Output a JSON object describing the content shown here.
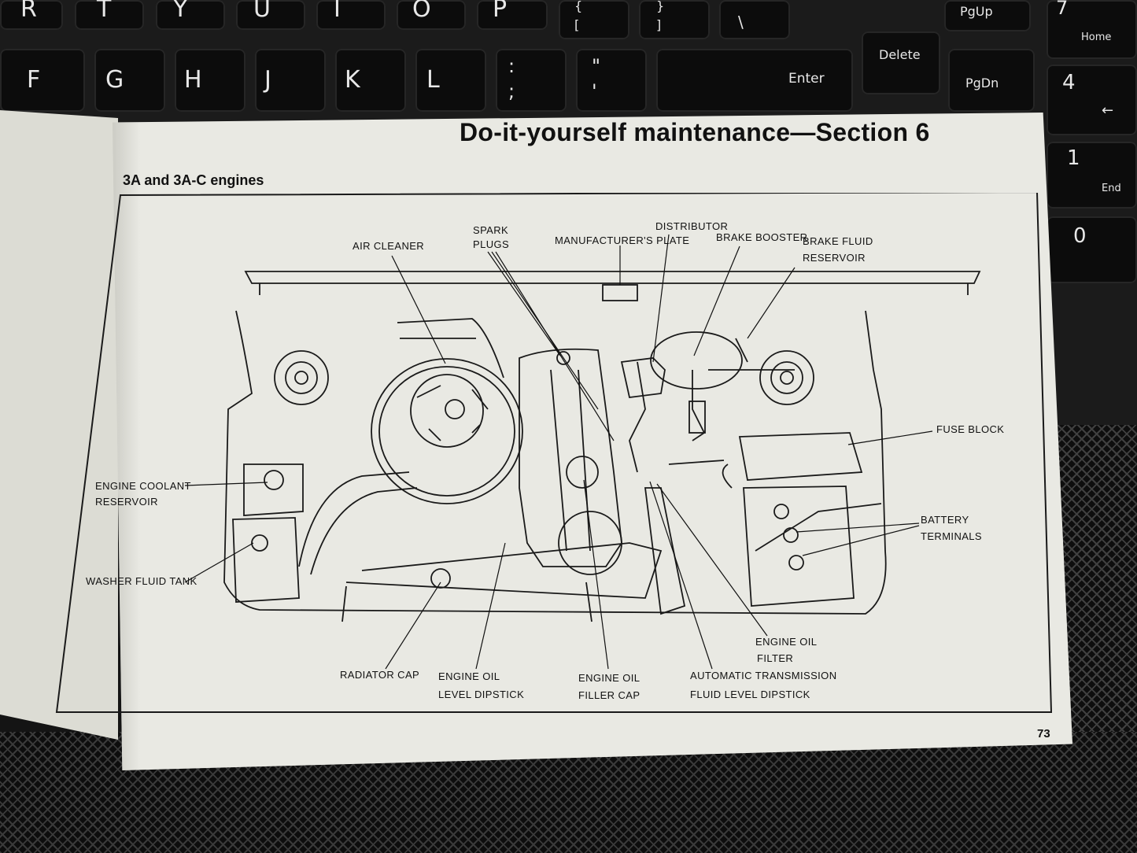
{
  "keyboard": {
    "row1": [
      "R",
      "T",
      "Y",
      "U",
      "I",
      "O",
      "P"
    ],
    "row1_extra": {
      "bracket_top": "{",
      "bracket_bottom": "[",
      "brace_top": "}",
      "brace_bottom": "]",
      "backslash": "\\",
      "pgup": "PgUp",
      "num7": "7",
      "home": "Home"
    },
    "row2": [
      "F",
      "G",
      "H",
      "J",
      "K",
      "L"
    ],
    "row2_extra": {
      "semicolon_top": ":",
      "semicolon_bottom": ";",
      "quote_top": "\"",
      "quote_bottom": "'",
      "enter": "Enter",
      "delete": "Delete",
      "pgdn": "PgDn",
      "num4": "4",
      "arrow": "←",
      "num1": "1",
      "end": "End",
      "num0": "0"
    }
  },
  "manual": {
    "section_title": "Do-it-yourself maintenance—Section 6",
    "subtitle": "3A and 3A-C engines",
    "page_number": "73"
  },
  "diagram_labels": {
    "air_cleaner": "AIR CLEANER",
    "spark_plugs_1": "SPARK",
    "spark_plugs_2": "PLUGS",
    "manufacturers_plate": "MANUFACTURER'S PLATE",
    "distributor": "DISTRIBUTOR",
    "brake_booster": "BRAKE BOOSTER",
    "brake_fluid_1": "BRAKE FLUID",
    "brake_fluid_2": "RESERVOIR",
    "fuse_block": "FUSE BLOCK",
    "coolant_1": "ENGINE COOLANT",
    "coolant_2": "RESERVOIR",
    "battery_1": "BATTERY",
    "battery_2": "TERMINALS",
    "washer": "WASHER FLUID TANK",
    "oil_filter_1": "ENGINE OIL",
    "oil_filter_2": "FILTER",
    "radiator": "RADIATOR CAP",
    "dipstick_1": "ENGINE OIL",
    "dipstick_2": "LEVEL DIPSTICK",
    "filler_1": "ENGINE OIL",
    "filler_2": "FILLER CAP",
    "atf_1": "AUTOMATIC TRANSMISSION",
    "atf_2": "FLUID LEVEL DIPSTICK"
  }
}
